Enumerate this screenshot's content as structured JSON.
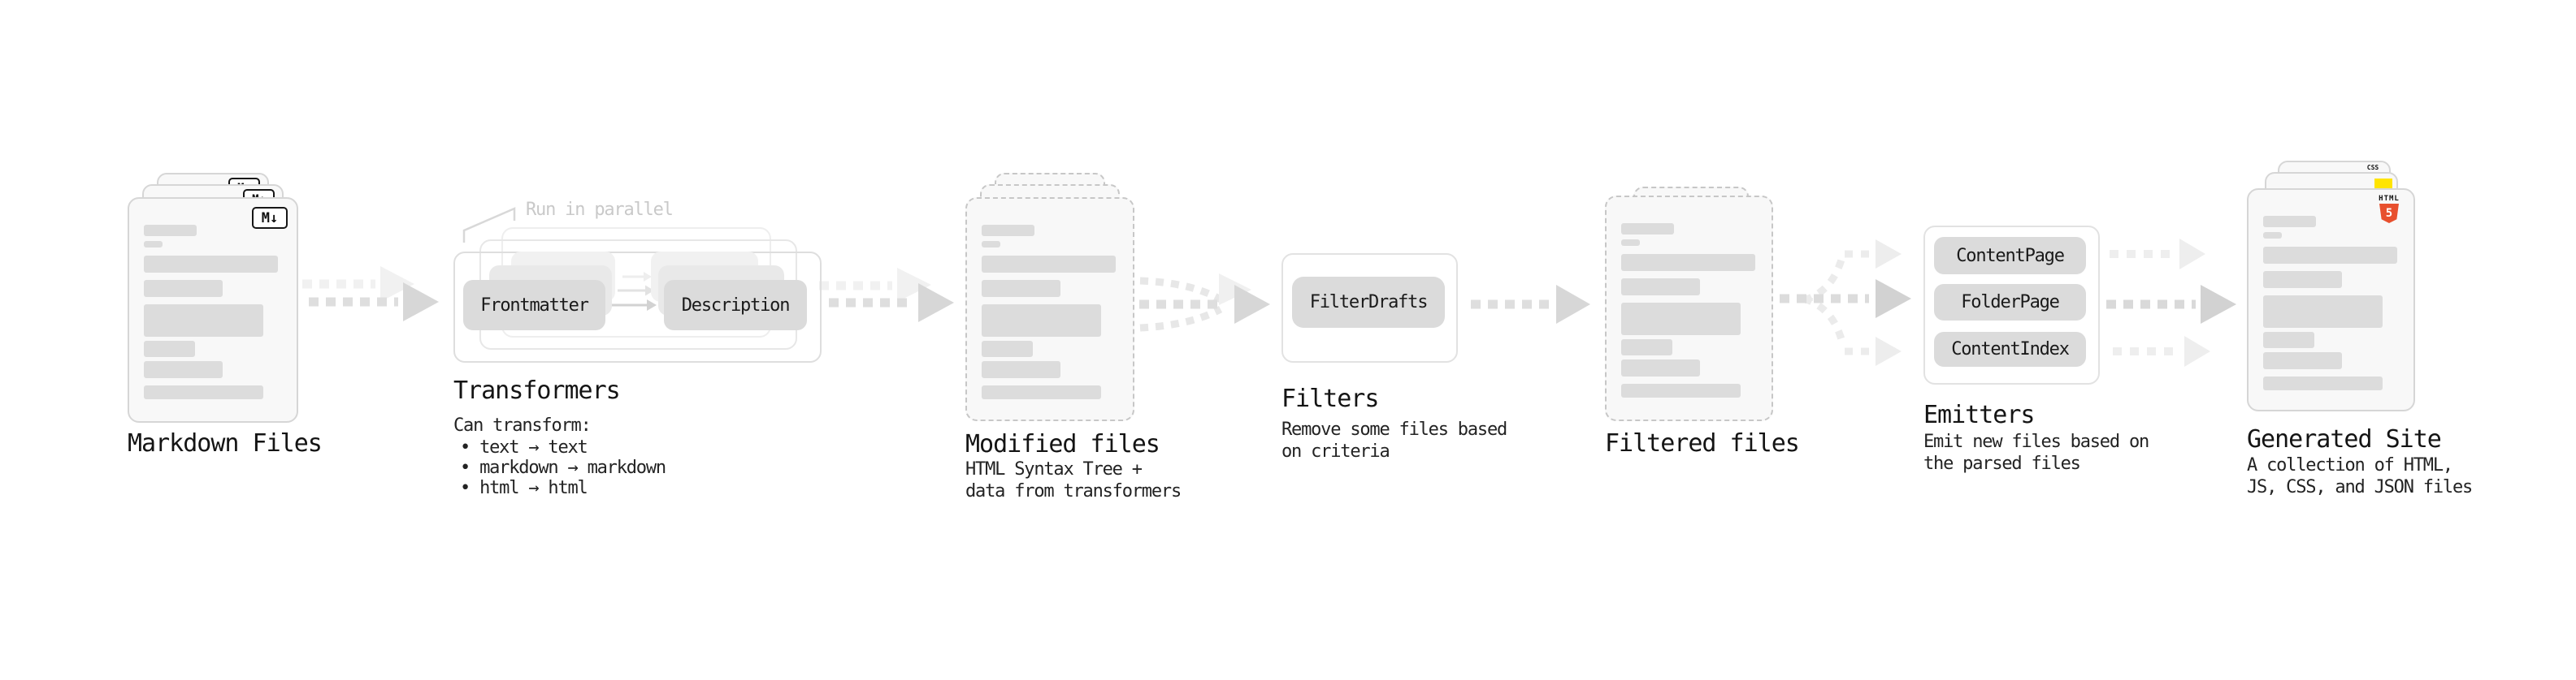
{
  "stages": {
    "markdown_files": {
      "label": "Markdown Files",
      "file_type_badge": "M↓"
    },
    "transformers": {
      "label": "Transformers",
      "annotation": "Run in parallel",
      "node_left": "Frontmatter",
      "node_right": "Description",
      "desc_title": "Can transform:",
      "bullets": [
        "• text → text",
        "• markdown → markdown",
        "• html → html"
      ]
    },
    "modified_files": {
      "label": "Modified files",
      "desc_line1": "HTML Syntax Tree +",
      "desc_line2": "data from transformers"
    },
    "filters": {
      "label": "Filters",
      "node": "FilterDrafts",
      "desc_line1": "Remove some files based",
      "desc_line2": "on criteria"
    },
    "filtered_files": {
      "label": "Filtered files"
    },
    "emitters": {
      "label": "Emitters",
      "nodes": [
        "ContentPage",
        "FolderPage",
        "ContentIndex"
      ],
      "desc_line1": "Emit new files based on",
      "desc_line2": "the parsed files"
    },
    "generated_site": {
      "label": "Generated Site",
      "desc_line1": "A collection of HTML,",
      "desc_line2": "JS, CSS, and JSON files",
      "badges": {
        "css_label": "CSS",
        "html_label": "HTML",
        "html_number": "5"
      }
    }
  },
  "colors": {
    "html5_orange": "#e8502e",
    "js_yellow": "#ffe400",
    "css_blue": "#2e6bf2",
    "node_fill": "#dbdbdb",
    "bar_fill": "#dcdcdc",
    "arrow_gray": "#dedede",
    "annotation_gray": "#c9c9c9"
  }
}
